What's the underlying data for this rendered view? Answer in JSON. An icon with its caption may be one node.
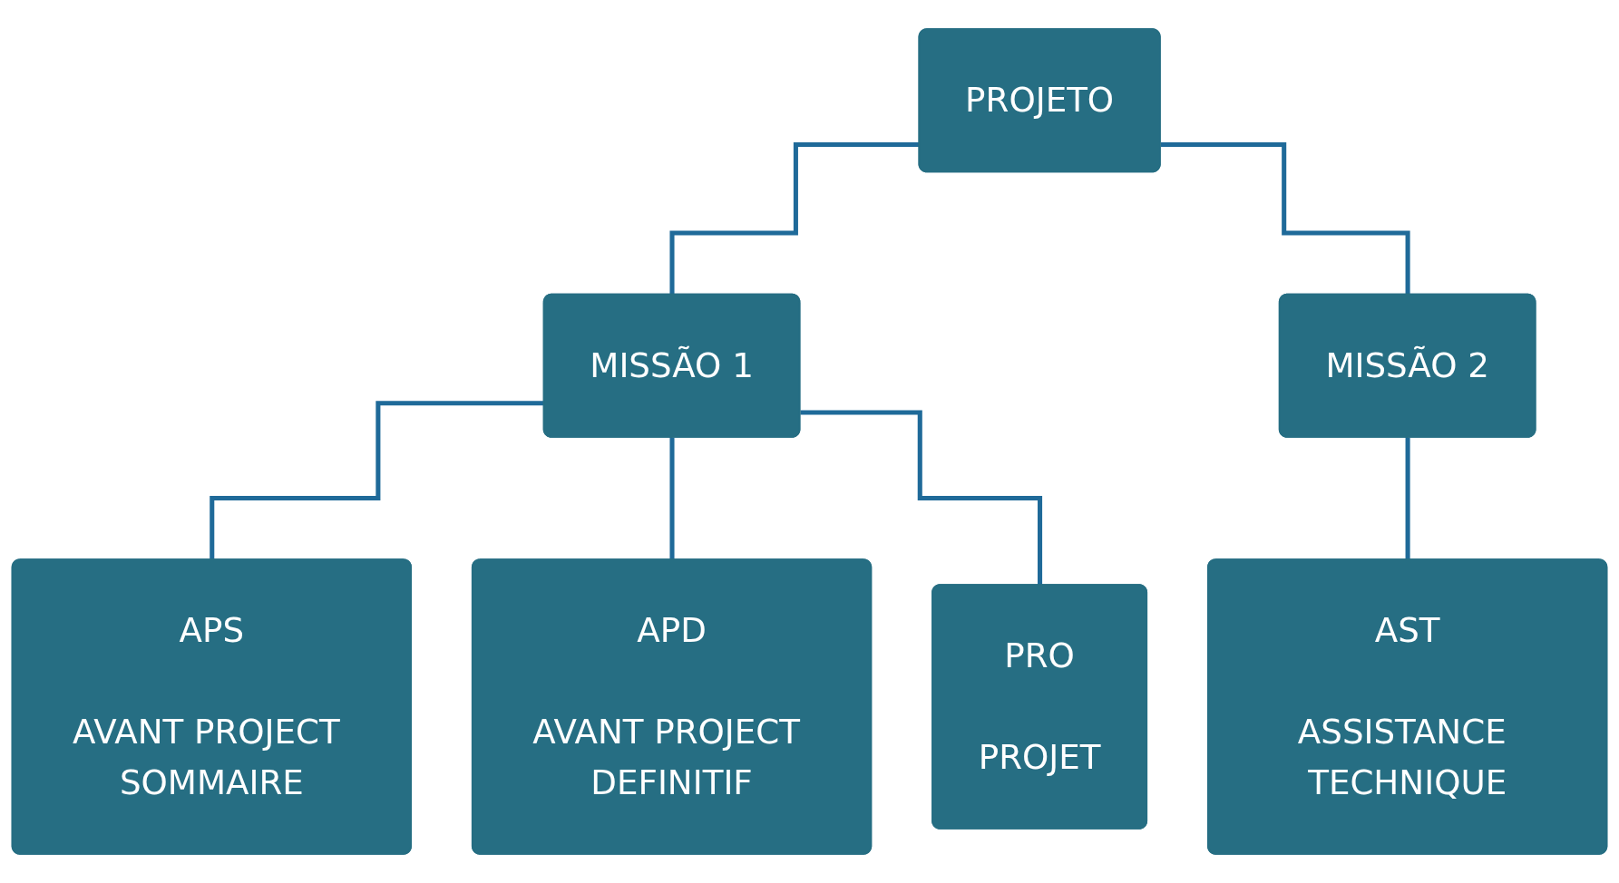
{
  "diagram": {
    "nodes": [
      {
        "text": [
          "PROJETO"
        ]
      },
      {
        "text": [
          "MISSÃO 1"
        ]
      },
      {
        "text": [
          "MISSÃO 2"
        ]
      },
      {
        "text": [
          "APS",
          "AVANT PROJECT SOMMAIRE"
        ]
      },
      {
        "text": [
          "APD",
          "AVANT PROJECT DEFINITIF"
        ]
      },
      {
        "text": [
          "PRO",
          "PROJET"
        ]
      },
      {
        "text": [
          "AST",
          "ASSISTANCE TECHNIQUE"
        ]
      }
    ],
    "edges": [
      {
        "from": 0,
        "to": 1,
        "arrow": "none"
      },
      {
        "from": 0,
        "to": 2,
        "arrow": "none"
      },
      {
        "from": 1,
        "to": 3,
        "arrow": "none"
      },
      {
        "from": 1,
        "to": 4,
        "arrow": "none"
      },
      {
        "from": 1,
        "to": 5,
        "arrow": "none"
      },
      {
        "from": 2,
        "to": 6,
        "arrow": "none"
      }
    ]
  }
}
